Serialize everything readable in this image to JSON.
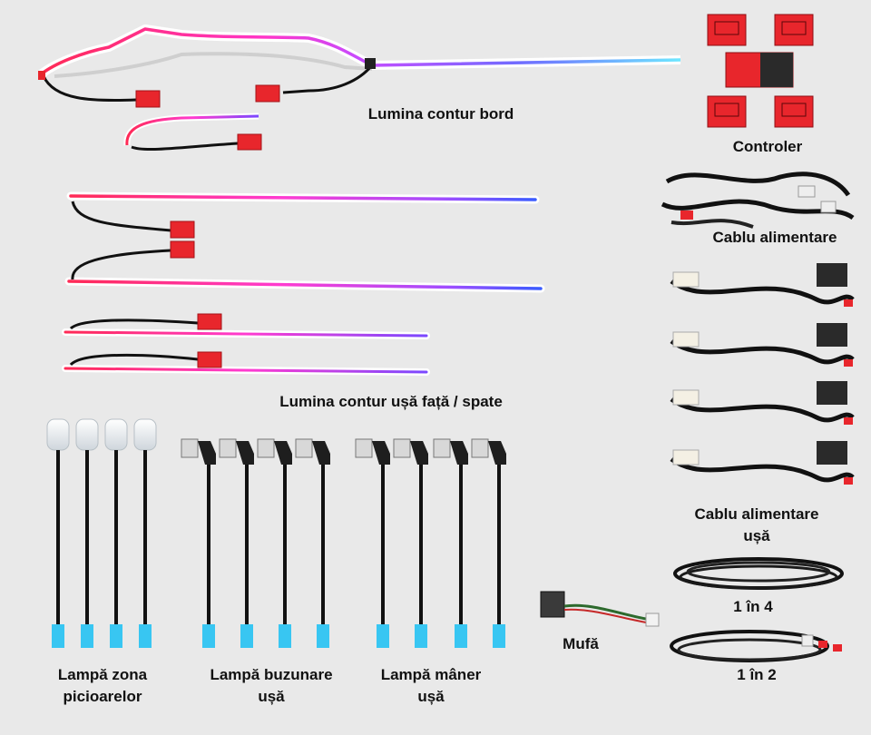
{
  "labels": {
    "dashboard_contour": "Lumina contur bord",
    "controller": "Controler",
    "power_cable": "Cablu alimentare",
    "door_contour": "Lumina contur ușă față / spate",
    "door_power_cable_line1": "Cablu alimentare",
    "door_power_cable_line2": "ușă",
    "one_to_four": "1 în 4",
    "one_to_two": "1 în 2",
    "connector": "Mufă",
    "footwell_lamp_line1": "Lampă zona",
    "footwell_lamp_line2": "picioarelor",
    "door_pocket_lamp_line1": "Lampă buzunare",
    "door_pocket_lamp_line2": "ușă",
    "handle_lamp_line1": "Lampă mâner",
    "handle_lamp_line2": "ușă"
  },
  "colors": {
    "background": "#e9e9e9",
    "strip_red": "#ff2a55",
    "strip_magenta": "#e040ff",
    "strip_purple": "#7a48ff",
    "strip_blue": "#3a5cff",
    "strip_cyan": "#6ee7ff",
    "module_red": "#e8262c",
    "cable_black": "#111111",
    "connector_blue": "#38c6f2"
  }
}
